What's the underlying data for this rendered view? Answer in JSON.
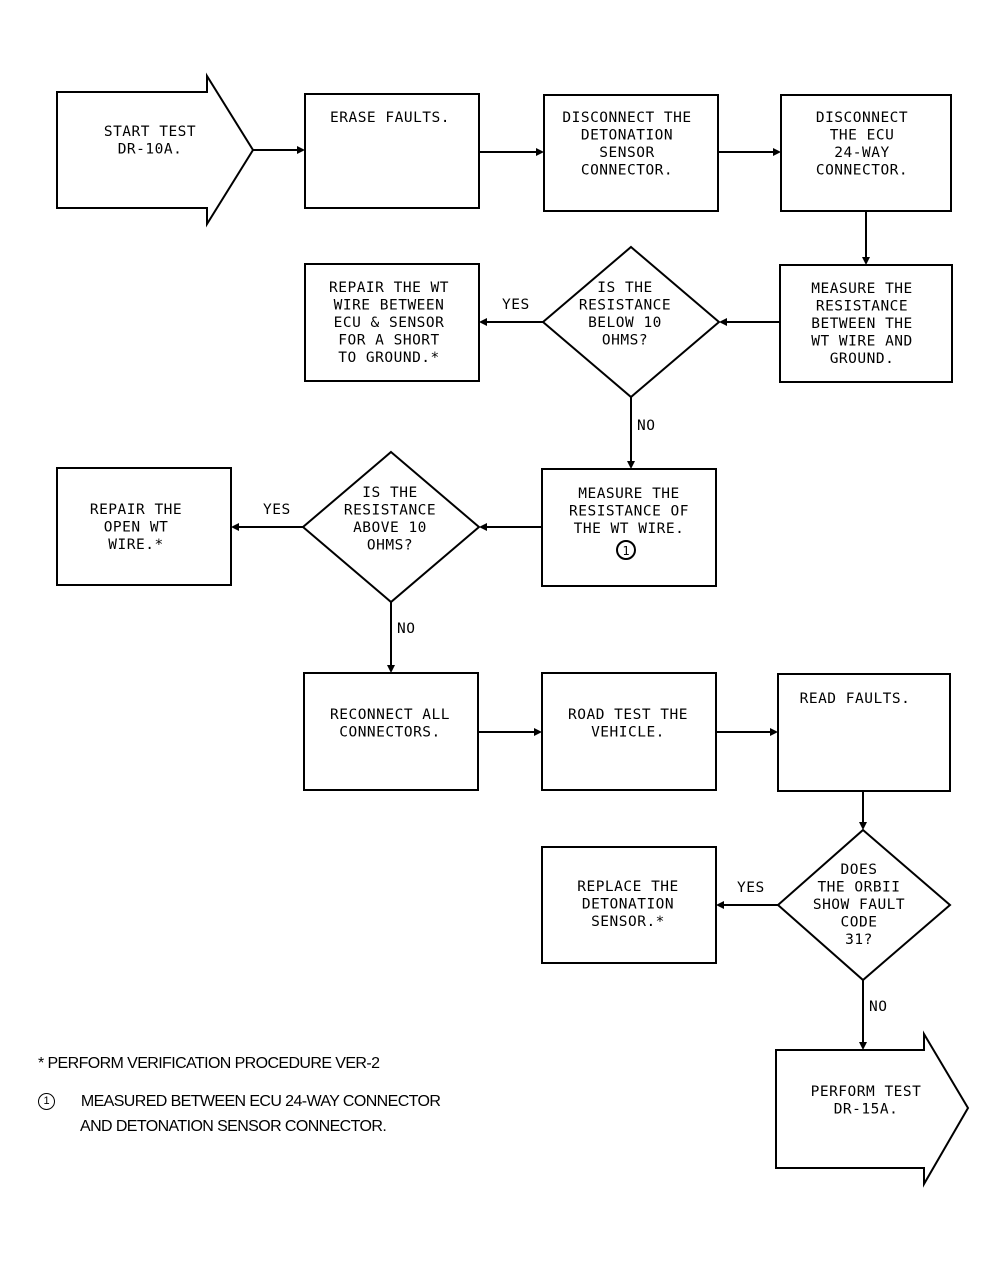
{
  "nodes": {
    "start": [
      "START TEST",
      "DR-10A."
    ],
    "erase": [
      "ERASE FAULTS."
    ],
    "disc_sensor": [
      "DISCONNECT THE",
      "DETONATION",
      "SENSOR",
      "CONNECTOR."
    ],
    "disc_ecu": [
      "DISCONNECT",
      "THE ECU",
      "24-WAY",
      "CONNECTOR."
    ],
    "measure_ground": [
      "MEASURE THE",
      "RESISTANCE",
      "BETWEEN THE",
      "WT WIRE AND",
      "GROUND."
    ],
    "q_below": [
      "IS THE",
      "RESISTANCE",
      "BELOW 10",
      "OHMS?"
    ],
    "repair_short": [
      "REPAIR THE WT",
      "WIRE BETWEEN",
      "ECU & SENSOR",
      "FOR A SHORT",
      "TO GROUND.*"
    ],
    "measure_wire": [
      "MEASURE THE",
      "RESISTANCE OF",
      "THE WT WIRE."
    ],
    "q_above": [
      "IS THE",
      "RESISTANCE",
      "ABOVE 10",
      "OHMS?"
    ],
    "repair_open": [
      "REPAIR THE",
      "OPEN WT",
      "WIRE.*"
    ],
    "reconnect": [
      "RECONNECT ALL",
      "CONNECTORS."
    ],
    "road_test": [
      "ROAD TEST THE",
      "VEHICLE."
    ],
    "read_faults": [
      "READ FAULTS."
    ],
    "q_code": [
      "DOES",
      "THE ORBII",
      "SHOW FAULT",
      "CODE",
      "31?"
    ],
    "replace": [
      "REPLACE THE",
      "DETONATION",
      "SENSOR.*"
    ],
    "perform": [
      "PERFORM TEST",
      "DR-15A."
    ]
  },
  "edge_labels": {
    "yes": "YES",
    "no": "NO"
  },
  "footnote_marker": "1",
  "notes": {
    "verification": "* PERFORM VERIFICATION PROCEDURE VER-2",
    "measured_line1": "MEASURED BETWEEN ECU 24-WAY CONNECTOR",
    "measured_line2": "AND DETONATION SENSOR CONNECTOR."
  }
}
